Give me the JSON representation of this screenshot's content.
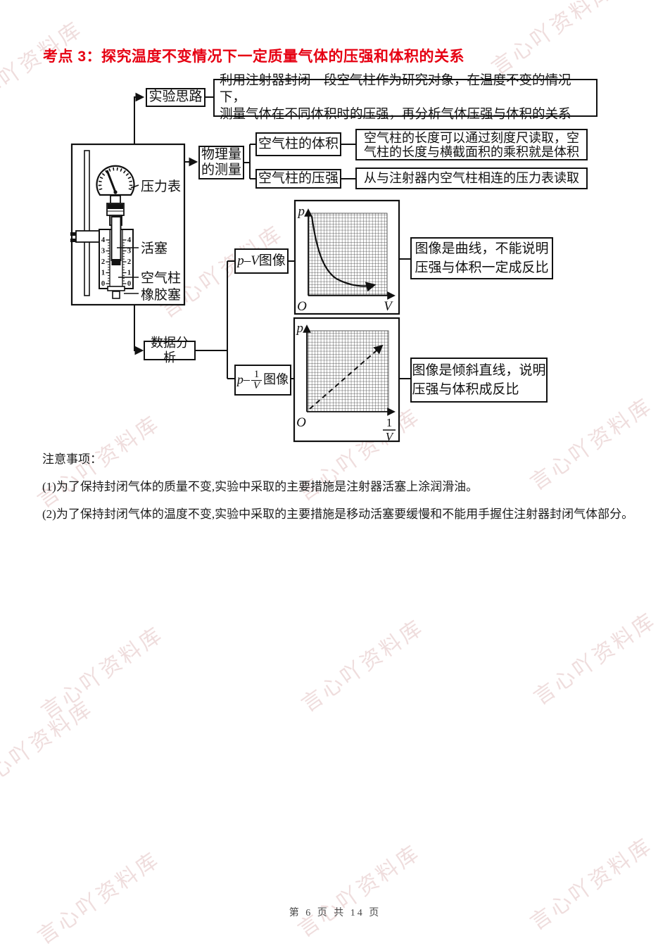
{
  "page": {
    "title": "考点 3：探究温度不变情况下一定质量气体的压强和体积的关系",
    "footer": "第 6 页 共 14 页",
    "watermark": "言心吖资料库"
  },
  "flow": {
    "idea_label": "实验思路",
    "idea_line1": "利用注射器封闭一段空气柱作为研究对象，在温度不变的情况下，",
    "idea_line2": "测量气体在不同体积时的压强，再分析气体压强与体积的关系",
    "measure_label": "物理量的测量",
    "volume_label": "空气柱的体积",
    "volume_line1": "空气柱的长度可以通过刻度尺读取，空",
    "volume_line2": "气柱的长度与横截面积的乘积就是体积",
    "pressure_label": "空气柱的压强",
    "pressure_line": "从与注射器内空气柱相连的压力表读取",
    "analysis_label": "数据分析",
    "pv_math": "p–V",
    "pv_suffix": "图像",
    "pinv_p": "p",
    "pinv_dash": "–",
    "pinv_num": "1",
    "pinv_den": "V",
    "pinv_suffix": "图像",
    "result_pv_line1": "图像是曲线，不能说明",
    "result_pv_line2": "压强与体积一定成反比",
    "result_pinv_line1": "图像是倾斜直线，说明",
    "result_pinv_line2": "压强与体积成反比"
  },
  "apparatus": {
    "gauge_label": "压力表",
    "piston_label": "活塞",
    "air_label": "空气柱",
    "stopper_label": "橡胶塞",
    "scale": [
      "4",
      "3",
      "2",
      "1",
      "0"
    ]
  },
  "graph_pv": {
    "y_label": "p",
    "origin": "O",
    "x_label": "V"
  },
  "graph_pinv": {
    "y_label": "p",
    "origin": "O",
    "x_num": "1",
    "x_den": "V"
  },
  "notes": {
    "heading": "注意事项：",
    "item1": "(1)为了保持封闭气体的质量不变,实验中采取的主要措施是注射器活塞上涂润滑油。",
    "item2": "(2)为了保持封闭气体的温度不变,实验中采取的主要措施是移动活塞要缓慢和不能用手握住注射器封闭气体部分。"
  },
  "chart_data": [
    {
      "type": "line",
      "title": "p-V graph",
      "xlabel": "V",
      "ylabel": "p",
      "description": "hyperbola-like decreasing curve on fine grid, axes unlabeled numerically",
      "series": [
        {
          "name": "p vs V",
          "shape": "decreasing convex curve with arrow end"
        }
      ]
    },
    {
      "type": "line",
      "title": "p-1/V graph",
      "xlabel": "1/V",
      "ylabel": "p",
      "description": "dashed straight line through origin rising to upper right on fine grid",
      "series": [
        {
          "name": "p vs 1/V",
          "shape": "straight dashed line from origin with arrow end"
        }
      ]
    }
  ]
}
